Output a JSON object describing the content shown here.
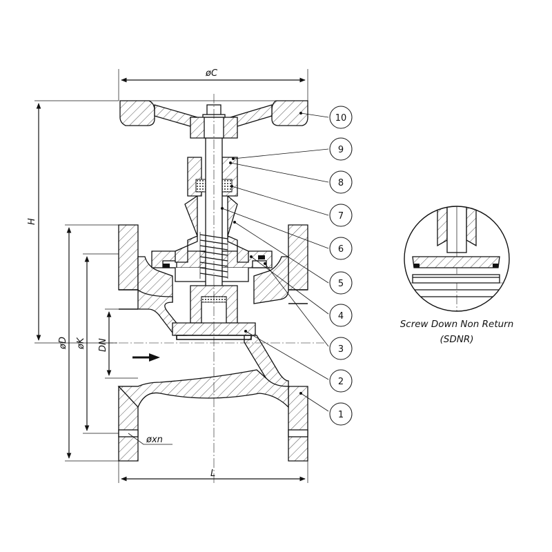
{
  "dimensions": {
    "overall_diameter_c": "øC",
    "height_h": "H",
    "flange_diameter_d": "øD",
    "bolt_circle_k": "øK",
    "nominal_diameter_dn": "DN",
    "bolt_holes": "øxn",
    "length_l": "L"
  },
  "part_numbers": [
    "1",
    "2",
    "3",
    "4",
    "5",
    "6",
    "7",
    "8",
    "9",
    "10"
  ],
  "detail_caption": {
    "line1": "Screw Down Non Return",
    "line2": "(SDNR)"
  }
}
